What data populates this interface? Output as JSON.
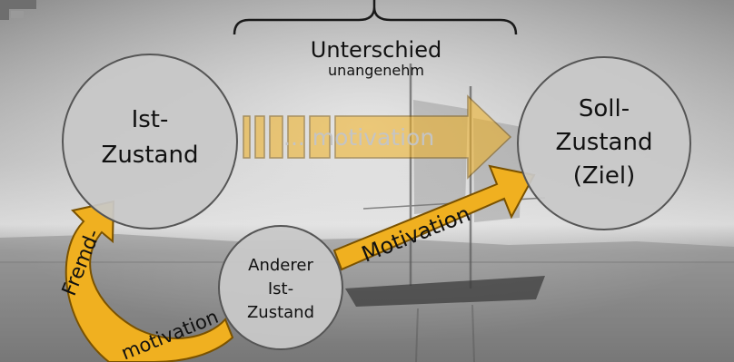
{
  "brace": {
    "label": "Unterschied",
    "sublabel": "unangenehm"
  },
  "states": {
    "ist": {
      "line1": "Ist-",
      "line2": "Zustand"
    },
    "soll": {
      "line1": "Soll-",
      "line2": "Zustand",
      "line3": "(Ziel)"
    },
    "anderer": {
      "line1": "Anderer",
      "line2": "Ist-",
      "line3": "Zustand"
    }
  },
  "arrows": {
    "faded_label": "... motivation",
    "motivation_label": "Motivation",
    "fremd_label": "Fremd-",
    "fremd_label2": "motivation"
  },
  "colors": {
    "arrow_fill": "#f0b020",
    "arrow_stroke": "#7a5200",
    "circle_fill": "#c8c8c8",
    "circle_stroke": "#555555",
    "faded_text": "#bfbfbf"
  }
}
